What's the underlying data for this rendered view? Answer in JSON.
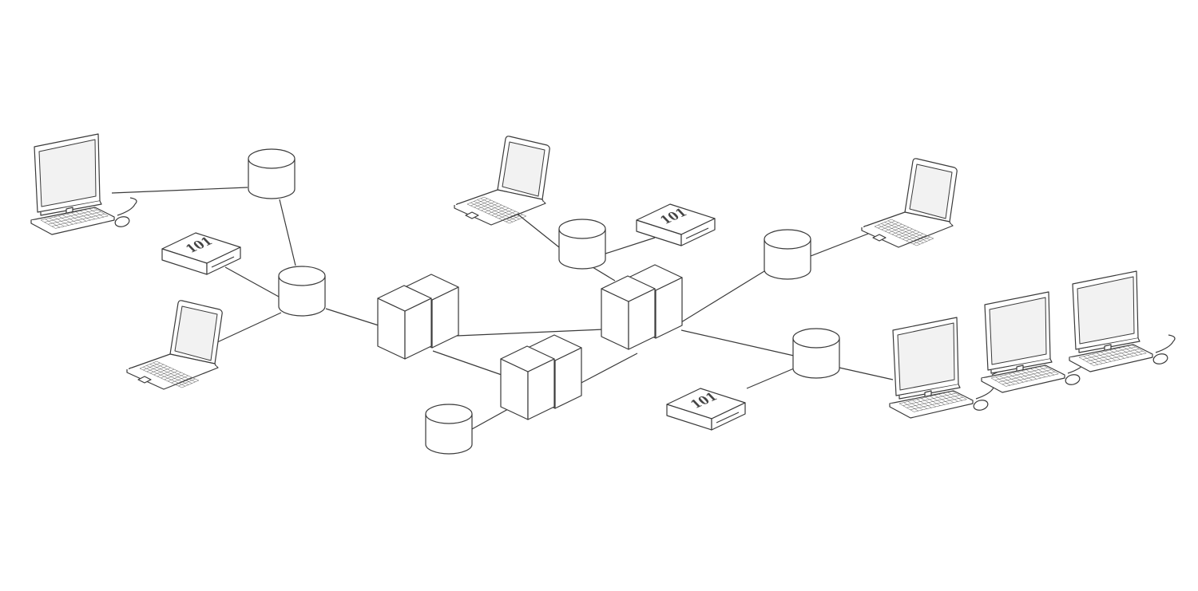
{
  "diagram": {
    "type": "network-topology",
    "line_color": "#3a3a3a",
    "background": "#ffffff",
    "nodes": [
      {
        "id": "desktop-1",
        "kind": "desktop-computer"
      },
      {
        "id": "hub-1",
        "kind": "database-cylinder"
      },
      {
        "id": "device-1",
        "kind": "storage-device",
        "label": "101"
      },
      {
        "id": "hub-2",
        "kind": "database-cylinder"
      },
      {
        "id": "laptop-1",
        "kind": "laptop"
      },
      {
        "id": "server-1",
        "kind": "server-rack"
      },
      {
        "id": "server-2",
        "kind": "server-rack"
      },
      {
        "id": "hub-3",
        "kind": "database-cylinder"
      },
      {
        "id": "laptop-2",
        "kind": "laptop"
      },
      {
        "id": "hub-4",
        "kind": "database-cylinder"
      },
      {
        "id": "device-2",
        "kind": "storage-device",
        "label": "101"
      },
      {
        "id": "server-3",
        "kind": "server-rack"
      },
      {
        "id": "hub-5",
        "kind": "database-cylinder"
      },
      {
        "id": "laptop-3",
        "kind": "laptop"
      },
      {
        "id": "hub-6",
        "kind": "database-cylinder"
      },
      {
        "id": "device-3",
        "kind": "storage-device",
        "label": "101"
      },
      {
        "id": "desktop-2",
        "kind": "desktop-computer"
      },
      {
        "id": "desktop-3",
        "kind": "desktop-computer"
      },
      {
        "id": "desktop-4",
        "kind": "desktop-computer"
      }
    ],
    "links": [
      [
        "desktop-1",
        "hub-1"
      ],
      [
        "hub-1",
        "hub-2"
      ],
      [
        "device-1",
        "hub-2"
      ],
      [
        "laptop-1",
        "hub-2"
      ],
      [
        "hub-2",
        "server-1"
      ],
      [
        "server-1",
        "server-3"
      ],
      [
        "server-1",
        "server-2"
      ],
      [
        "server-2",
        "server-3"
      ],
      [
        "hub-3",
        "server-2"
      ],
      [
        "laptop-2",
        "hub-4"
      ],
      [
        "hub-4",
        "device-2"
      ],
      [
        "hub-4",
        "server-3"
      ],
      [
        "server-3",
        "hub-5"
      ],
      [
        "hub-5",
        "laptop-3"
      ],
      [
        "server-3",
        "hub-6"
      ],
      [
        "hub-6",
        "device-3"
      ],
      [
        "hub-6",
        "desktop-2"
      ]
    ]
  }
}
